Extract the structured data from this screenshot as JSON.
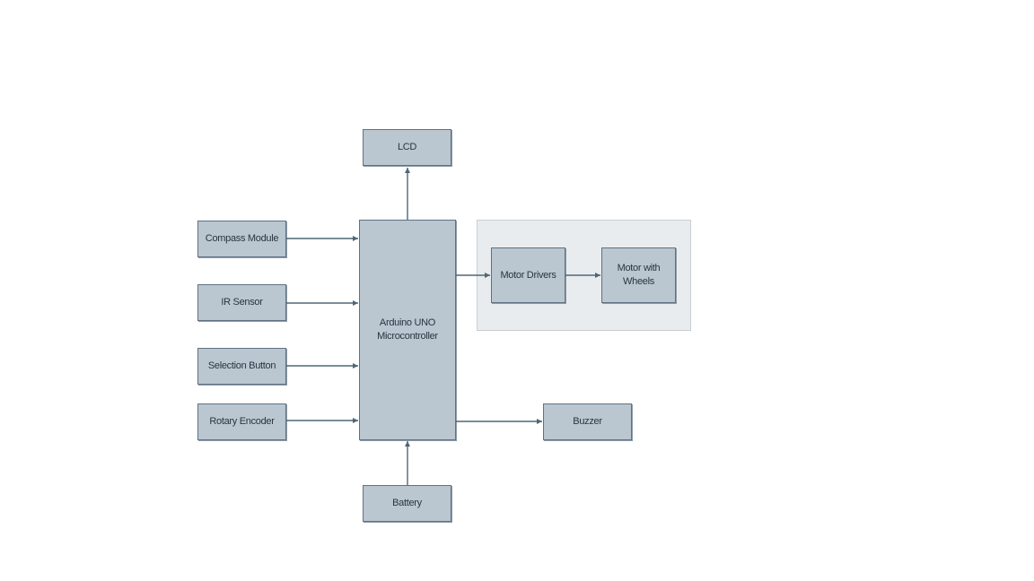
{
  "blocks": {
    "lcd": "LCD",
    "compass": "Compass Module",
    "ir": "IR Sensor",
    "selection": "Selection Button",
    "rotary": "Rotary Encoder",
    "mcu_line1": "Arduino UNO",
    "mcu_line2": "Microcontroller",
    "motor_drivers": "Motor Drivers",
    "motor_wheels_line1": "Motor with",
    "motor_wheels_line2": "Wheels",
    "buzzer": "Buzzer",
    "battery": "Battery"
  },
  "colors": {
    "block_fill": "#bac6d0",
    "block_border": "#5f7282",
    "group_fill": "#e9ecef",
    "wire": "#4f6677"
  }
}
